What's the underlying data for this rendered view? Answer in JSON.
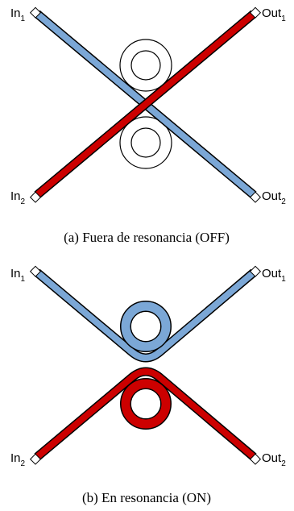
{
  "colors": {
    "blue": "#7ba7d6",
    "red": "#cc0000",
    "outline": "#000000",
    "ring_off": "#ffffff"
  },
  "panel_a": {
    "caption": "(a) Fuera de resonancia (OFF)",
    "in1": {
      "label": "In",
      "sub": "1"
    },
    "in2": {
      "label": "In",
      "sub": "2"
    },
    "out1": {
      "label": "Out",
      "sub": "1"
    },
    "out2": {
      "label": "Out",
      "sub": "2"
    }
  },
  "panel_b": {
    "caption": "(b) En resonancia (ON)",
    "in1": {
      "label": "In",
      "sub": "1"
    },
    "in2": {
      "label": "In",
      "sub": "2"
    },
    "out1": {
      "label": "Out",
      "sub": "1"
    },
    "out2": {
      "label": "Out",
      "sub": "2"
    }
  }
}
